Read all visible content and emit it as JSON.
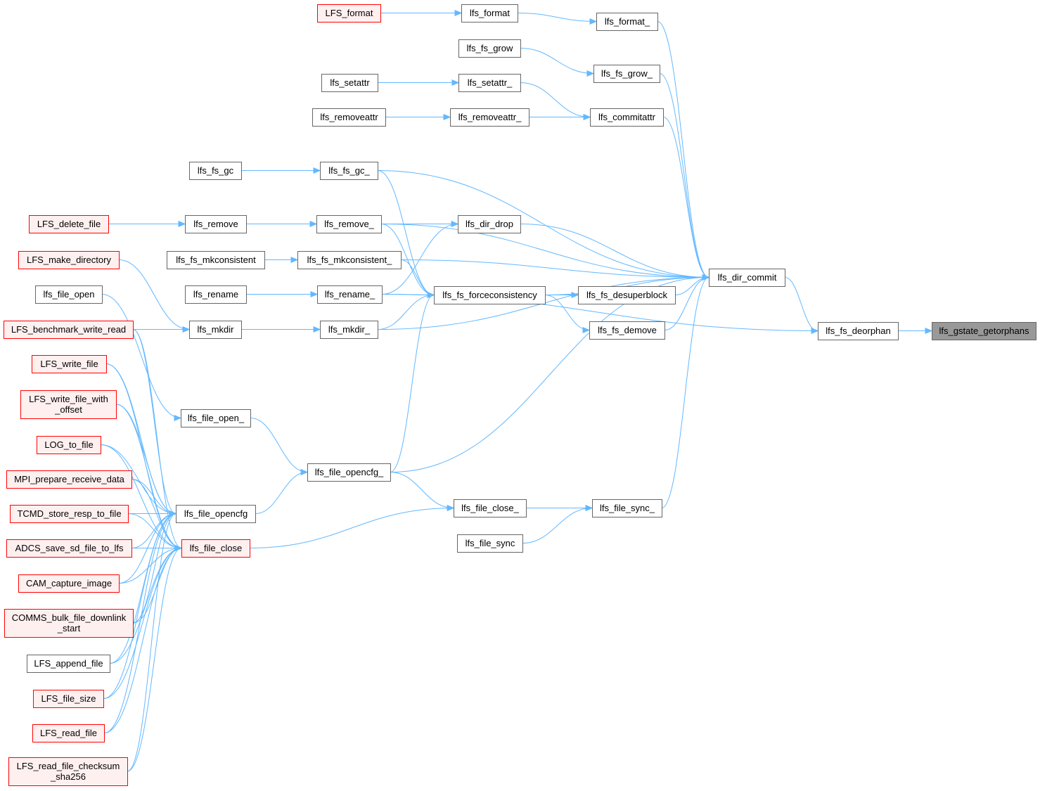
{
  "colors": {
    "edge": "#63b8ff",
    "node_border": "#666666",
    "node_fill": "#ffffff",
    "truncated_border": "#ff0000",
    "truncated_fill": "#fff0f0",
    "focus_fill": "#999999",
    "focus_border": "#666666"
  },
  "nodes": {
    "lfs_gstate_getorphans": {
      "label": [
        "lfs_gstate_getorphans"
      ],
      "style": "focus"
    },
    "lfs_fs_deorphan": {
      "label": [
        "lfs_fs_deorphan"
      ],
      "style": "normal"
    },
    "lfs_dir_commit": {
      "label": [
        "lfs_dir_commit"
      ],
      "style": "normal"
    },
    "lfs_format_": {
      "label": [
        "lfs_format_"
      ],
      "style": "normal"
    },
    "lfs_format": {
      "label": [
        "lfs_format"
      ],
      "style": "normal"
    },
    "LFS_format": {
      "label": [
        "LFS_format"
      ],
      "style": "truncated"
    },
    "lfs_fs_grow_": {
      "label": [
        "lfs_fs_grow_"
      ],
      "style": "normal"
    },
    "lfs_fs_grow": {
      "label": [
        "lfs_fs_grow"
      ],
      "style": "normal"
    },
    "lfs_setattr_": {
      "label": [
        "lfs_setattr_"
      ],
      "style": "normal"
    },
    "lfs_setattr": {
      "label": [
        "lfs_setattr"
      ],
      "style": "normal"
    },
    "lfs_commitattr": {
      "label": [
        "lfs_commitattr"
      ],
      "style": "normal"
    },
    "lfs_removeattr_": {
      "label": [
        "lfs_removeattr_"
      ],
      "style": "normal"
    },
    "lfs_removeattr": {
      "label": [
        "lfs_removeattr"
      ],
      "style": "normal"
    },
    "lfs_fs_gc_": {
      "label": [
        "lfs_fs_gc_"
      ],
      "style": "normal"
    },
    "lfs_fs_gc": {
      "label": [
        "lfs_fs_gc"
      ],
      "style": "normal"
    },
    "lfs_remove_": {
      "label": [
        "lfs_remove_"
      ],
      "style": "normal"
    },
    "lfs_remove": {
      "label": [
        "lfs_remove"
      ],
      "style": "normal"
    },
    "LFS_delete_file": {
      "label": [
        "LFS_delete_file"
      ],
      "style": "truncated"
    },
    "lfs_dir_drop": {
      "label": [
        "lfs_dir_drop"
      ],
      "style": "normal"
    },
    "lfs_fs_mkconsistent_": {
      "label": [
        "lfs_fs_mkconsistent_"
      ],
      "style": "normal"
    },
    "lfs_fs_mkconsistent": {
      "label": [
        "lfs_fs_mkconsistent"
      ],
      "style": "normal"
    },
    "LFS_make_directory": {
      "label": [
        "LFS_make_directory"
      ],
      "style": "truncated"
    },
    "lfs_fs_forceconsistency": {
      "label": [
        "lfs_fs_forceconsistency"
      ],
      "style": "normal"
    },
    "lfs_fs_desuperblock": {
      "label": [
        "lfs_fs_desuperblock"
      ],
      "style": "normal"
    },
    "lfs_fs_demove": {
      "label": [
        "lfs_fs_demove"
      ],
      "style": "normal"
    },
    "lfs_rename_": {
      "label": [
        "lfs_rename_"
      ],
      "style": "normal"
    },
    "lfs_rename": {
      "label": [
        "lfs_rename"
      ],
      "style": "normal"
    },
    "lfs_file_open": {
      "label": [
        "lfs_file_open"
      ],
      "style": "normal"
    },
    "lfs_mkdir_": {
      "label": [
        "lfs_mkdir_"
      ],
      "style": "normal"
    },
    "lfs_mkdir": {
      "label": [
        "lfs_mkdir"
      ],
      "style": "normal"
    },
    "LFS_benchmark_write_read": {
      "label": [
        "LFS_benchmark_write_read"
      ],
      "style": "truncated"
    },
    "LFS_write_file": {
      "label": [
        "LFS_write_file"
      ],
      "style": "truncated"
    },
    "LFS_write_file_with_offset": {
      "label": [
        "LFS_write_file_with",
        "_offset"
      ],
      "style": "truncated"
    },
    "lfs_file_open_": {
      "label": [
        "lfs_file_open_"
      ],
      "style": "normal"
    },
    "lfs_file_opencfg_": {
      "label": [
        "lfs_file_opencfg_"
      ],
      "style": "normal"
    },
    "LOG_to_file": {
      "label": [
        "LOG_to_file"
      ],
      "style": "truncated"
    },
    "MPI_prepare_receive_data": {
      "label": [
        "MPI_prepare_receive_data"
      ],
      "style": "truncated"
    },
    "lfs_file_opencfg": {
      "label": [
        "lfs_file_opencfg"
      ],
      "style": "normal"
    },
    "lfs_file_close_": {
      "label": [
        "lfs_file_close_"
      ],
      "style": "normal"
    },
    "lfs_file_sync_": {
      "label": [
        "lfs_file_sync_"
      ],
      "style": "normal"
    },
    "TCMD_store_resp_to_file": {
      "label": [
        "TCMD_store_resp_to_file"
      ],
      "style": "truncated"
    },
    "lfs_file_sync": {
      "label": [
        "lfs_file_sync"
      ],
      "style": "normal"
    },
    "ADCS_save_sd_file_to_lfs": {
      "label": [
        "ADCS_save_sd_file_to_lfs"
      ],
      "style": "truncated"
    },
    "lfs_file_close": {
      "label": [
        "lfs_file_close"
      ],
      "style": "truncated"
    },
    "CAM_capture_image": {
      "label": [
        "CAM_capture_image"
      ],
      "style": "truncated"
    },
    "COMMS_bulk_file_downlink_start": {
      "label": [
        "COMMS_bulk_file_downlink",
        "_start"
      ],
      "style": "truncated"
    },
    "LFS_append_file": {
      "label": [
        "LFS_append_file"
      ],
      "style": "normal"
    },
    "LFS_file_size": {
      "label": [
        "LFS_file_size"
      ],
      "style": "truncated"
    },
    "LFS_read_file": {
      "label": [
        "LFS_read_file"
      ],
      "style": "truncated"
    },
    "LFS_read_file_checksum_sha256": {
      "label": [
        "LFS_read_file_checksum",
        "_sha256"
      ],
      "style": "truncated"
    }
  },
  "edges": [
    [
      "LFS_format",
      "lfs_format"
    ],
    [
      "lfs_format",
      "lfs_format_"
    ],
    [
      "lfs_format_",
      "lfs_dir_commit"
    ],
    [
      "lfs_fs_grow",
      "lfs_fs_grow_"
    ],
    [
      "lfs_fs_grow_",
      "lfs_dir_commit"
    ],
    [
      "lfs_setattr",
      "lfs_setattr_"
    ],
    [
      "lfs_setattr_",
      "lfs_commitattr"
    ],
    [
      "lfs_removeattr",
      "lfs_removeattr_"
    ],
    [
      "lfs_removeattr_",
      "lfs_commitattr"
    ],
    [
      "lfs_commitattr",
      "lfs_dir_commit"
    ],
    [
      "lfs_fs_gc",
      "lfs_fs_gc_"
    ],
    [
      "lfs_fs_gc_",
      "lfs_dir_commit"
    ],
    [
      "lfs_fs_gc_",
      "lfs_fs_forceconsistency"
    ],
    [
      "LFS_delete_file",
      "lfs_remove"
    ],
    [
      "lfs_remove",
      "lfs_remove_"
    ],
    [
      "lfs_remove_",
      "lfs_dir_commit"
    ],
    [
      "lfs_remove_",
      "lfs_dir_drop"
    ],
    [
      "lfs_remove_",
      "lfs_fs_forceconsistency"
    ],
    [
      "lfs_dir_drop",
      "lfs_dir_commit"
    ],
    [
      "lfs_fs_mkconsistent",
      "lfs_fs_mkconsistent_"
    ],
    [
      "lfs_fs_mkconsistent_",
      "lfs_dir_commit"
    ],
    [
      "lfs_fs_mkconsistent_",
      "lfs_fs_forceconsistency"
    ],
    [
      "lfs_rename",
      "lfs_rename_"
    ],
    [
      "lfs_rename_",
      "lfs_dir_drop"
    ],
    [
      "lfs_rename_",
      "lfs_fs_forceconsistency"
    ],
    [
      "lfs_rename_",
      "lfs_fs_deorphan"
    ],
    [
      "LFS_make_directory",
      "lfs_mkdir"
    ],
    [
      "LFS_benchmark_write_read",
      "lfs_mkdir"
    ],
    [
      "lfs_mkdir",
      "lfs_mkdir_"
    ],
    [
      "lfs_mkdir_",
      "lfs_fs_forceconsistency"
    ],
    [
      "lfs_mkdir_",
      "lfs_dir_commit"
    ],
    [
      "lfs_fs_forceconsistency",
      "lfs_fs_desuperblock"
    ],
    [
      "lfs_fs_forceconsistency",
      "lfs_fs_demove"
    ],
    [
      "lfs_fs_forceconsistency",
      "lfs_dir_commit"
    ],
    [
      "lfs_fs_desuperblock",
      "lfs_dir_commit"
    ],
    [
      "lfs_fs_demove",
      "lfs_dir_commit"
    ],
    [
      "lfs_dir_commit",
      "lfs_fs_deorphan"
    ],
    [
      "lfs_fs_deorphan",
      "lfs_gstate_getorphans"
    ],
    [
      "lfs_file_open",
      "lfs_file_open_"
    ],
    [
      "lfs_file_open_",
      "lfs_file_opencfg_"
    ],
    [
      "lfs_file_opencfg",
      "lfs_file_opencfg_"
    ],
    [
      "lfs_file_opencfg_",
      "lfs_fs_forceconsistency"
    ],
    [
      "lfs_file_opencfg_",
      "lfs_dir_commit"
    ],
    [
      "lfs_file_opencfg_",
      "lfs_file_close_"
    ],
    [
      "lfs_file_close_",
      "lfs_file_sync_"
    ],
    [
      "lfs_file_sync",
      "lfs_file_sync_"
    ],
    [
      "lfs_file_sync_",
      "lfs_dir_commit"
    ],
    [
      "lfs_file_close",
      "lfs_file_close_"
    ],
    [
      "LFS_benchmark_write_read",
      "lfs_file_opencfg"
    ],
    [
      "LFS_benchmark_write_read",
      "lfs_file_close"
    ],
    [
      "LFS_write_file",
      "lfs_file_opencfg"
    ],
    [
      "LFS_write_file",
      "lfs_file_close"
    ],
    [
      "LFS_write_file_with_offset",
      "lfs_file_opencfg"
    ],
    [
      "LFS_write_file_with_offset",
      "lfs_file_close"
    ],
    [
      "LOG_to_file",
      "lfs_file_opencfg"
    ],
    [
      "LOG_to_file",
      "lfs_file_close"
    ],
    [
      "MPI_prepare_receive_data",
      "lfs_file_opencfg"
    ],
    [
      "MPI_prepare_receive_data",
      "lfs_file_close"
    ],
    [
      "TCMD_store_resp_to_file",
      "lfs_file_opencfg"
    ],
    [
      "TCMD_store_resp_to_file",
      "lfs_file_close"
    ],
    [
      "ADCS_save_sd_file_to_lfs",
      "lfs_file_opencfg"
    ],
    [
      "ADCS_save_sd_file_to_lfs",
      "lfs_file_close"
    ],
    [
      "CAM_capture_image",
      "lfs_file_opencfg"
    ],
    [
      "CAM_capture_image",
      "lfs_file_close"
    ],
    [
      "COMMS_bulk_file_downlink_start",
      "lfs_file_opencfg"
    ],
    [
      "COMMS_bulk_file_downlink_start",
      "lfs_file_close"
    ],
    [
      "LFS_append_file",
      "lfs_file_opencfg"
    ],
    [
      "LFS_append_file",
      "lfs_file_close"
    ],
    [
      "LFS_file_size",
      "lfs_file_opencfg"
    ],
    [
      "LFS_file_size",
      "lfs_file_close"
    ],
    [
      "LFS_read_file",
      "lfs_file_opencfg"
    ],
    [
      "LFS_read_file",
      "lfs_file_close"
    ],
    [
      "LFS_read_file_checksum_sha256",
      "lfs_file_opencfg"
    ],
    [
      "LFS_read_file_checksum_sha256",
      "lfs_file_close"
    ]
  ]
}
